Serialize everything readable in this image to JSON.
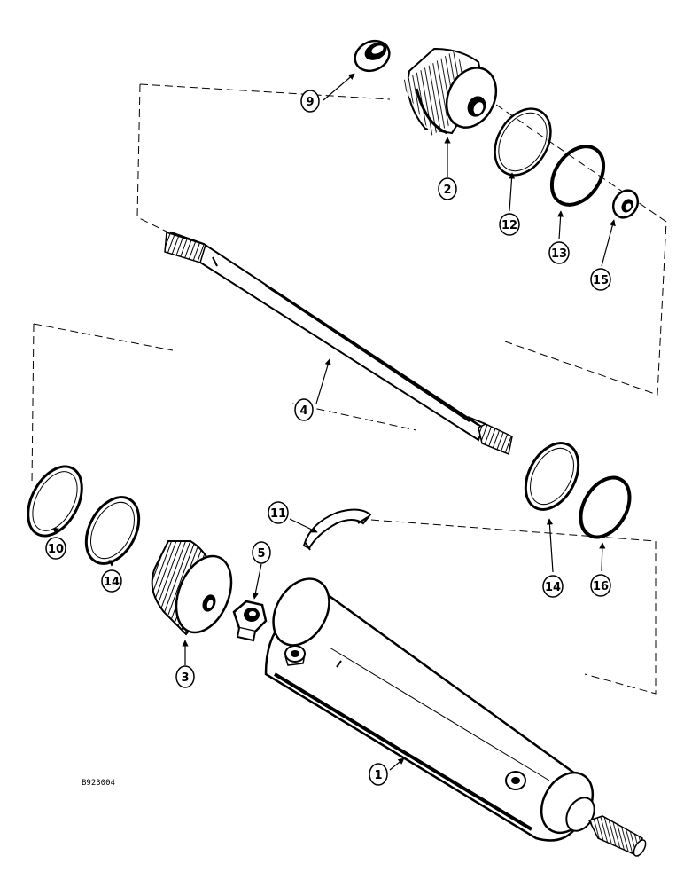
{
  "figure_id": "B923004",
  "callouts": [
    {
      "id": "c1",
      "label": "1"
    },
    {
      "id": "c2",
      "label": "2"
    },
    {
      "id": "c3",
      "label": "3"
    },
    {
      "id": "c4",
      "label": "4"
    },
    {
      "id": "c5",
      "label": "5"
    },
    {
      "id": "c9",
      "label": "9"
    },
    {
      "id": "c10",
      "label": "10"
    },
    {
      "id": "c11",
      "label": "11"
    },
    {
      "id": "c12",
      "label": "12"
    },
    {
      "id": "c13",
      "label": "13"
    },
    {
      "id": "c14a",
      "label": "14"
    },
    {
      "id": "c14b",
      "label": "14"
    },
    {
      "id": "c15",
      "label": "15"
    },
    {
      "id": "c16",
      "label": "16"
    }
  ]
}
